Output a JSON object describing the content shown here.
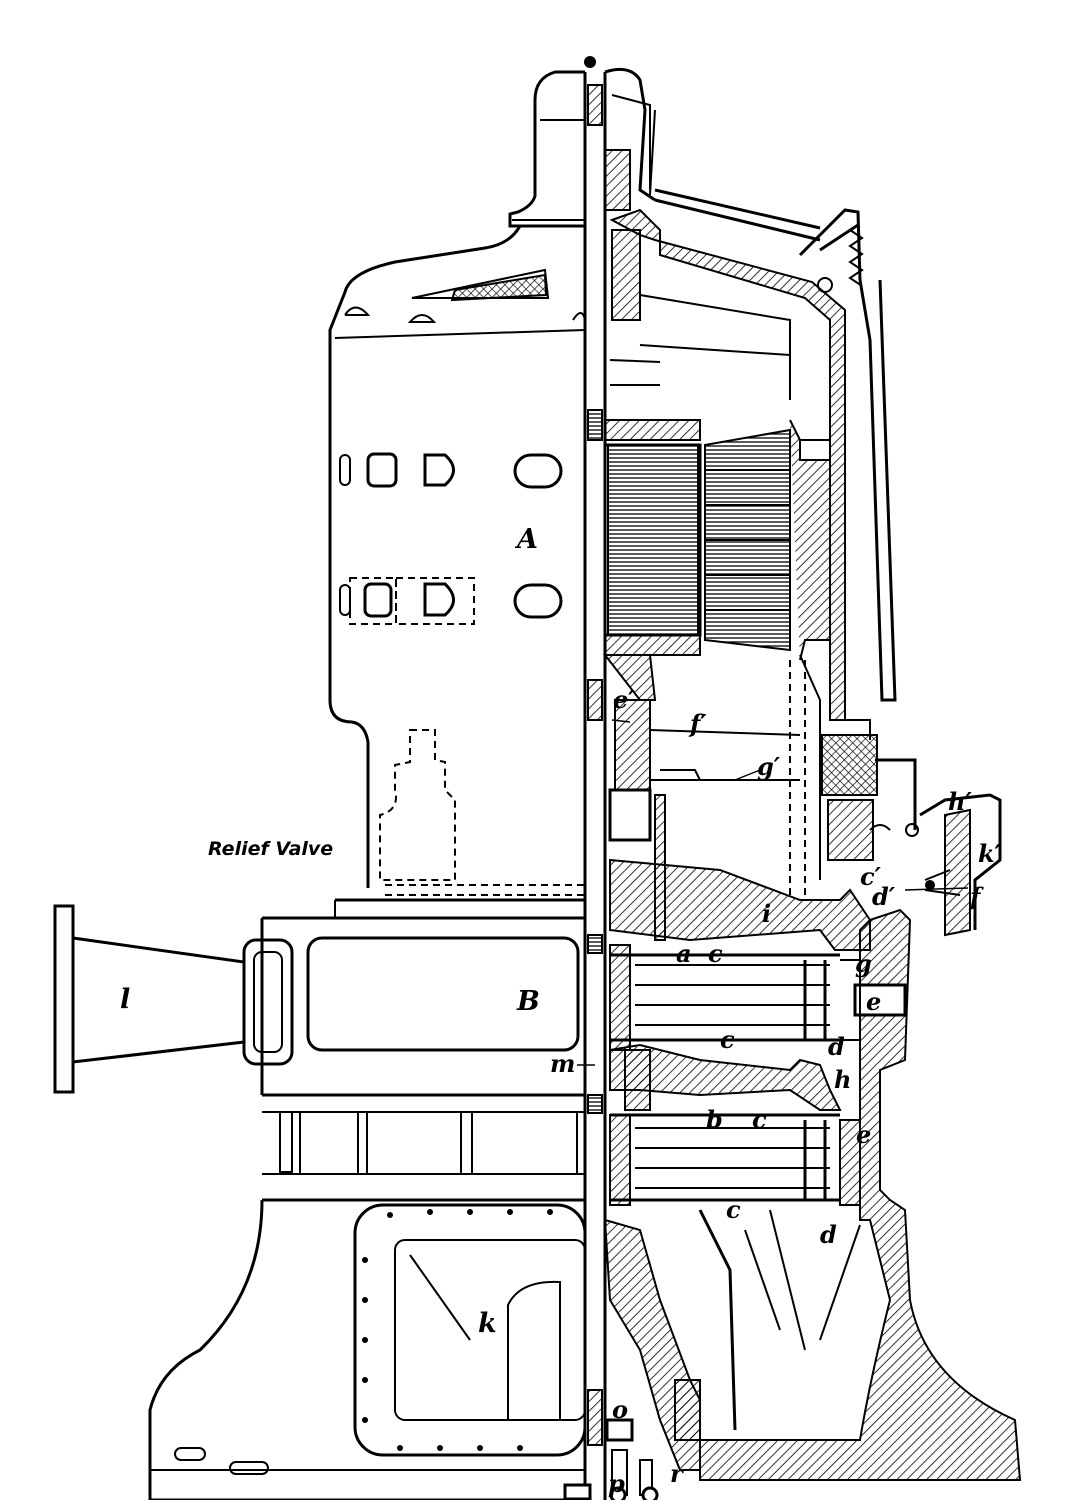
{
  "labels": {
    "A": "A",
    "B": "B",
    "l": "l",
    "m": "m",
    "k": "k",
    "relief_valve": "Relief Valve",
    "e_prime": "e′",
    "f_prime": "f′",
    "g_prime": "g′",
    "h_prime": "h′",
    "k_prime": "k′",
    "c_prime": "c′",
    "d_prime": "d′",
    "f": "f",
    "a": "a",
    "c_1": "c",
    "c_2": "c",
    "c_3": "c",
    "c_4": "c",
    "b": "b",
    "d_1": "d",
    "d_2": "d",
    "e_1": "e",
    "e_2": "e",
    "h": "h",
    "g": "g",
    "o": "o",
    "p": "p",
    "r": "r",
    "i": "i"
  }
}
